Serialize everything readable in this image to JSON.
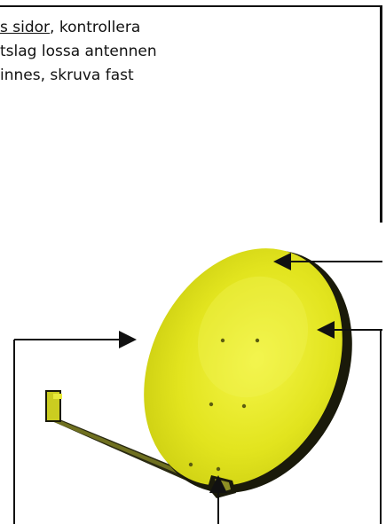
{
  "instructions": {
    "line1_link": "s sidor",
    "line1_rest": ", kontrollera",
    "line2": "tslag lossa antennen",
    "line3": "innes, skruva fast"
  },
  "colors": {
    "dish_fill": "#e6e82a",
    "dish_edge": "#1a1a0a",
    "arrow": "#111111",
    "frame": "#111111"
  },
  "icons": {
    "dish": "satellite-dish-illustration",
    "arrow": "callout-arrow"
  }
}
